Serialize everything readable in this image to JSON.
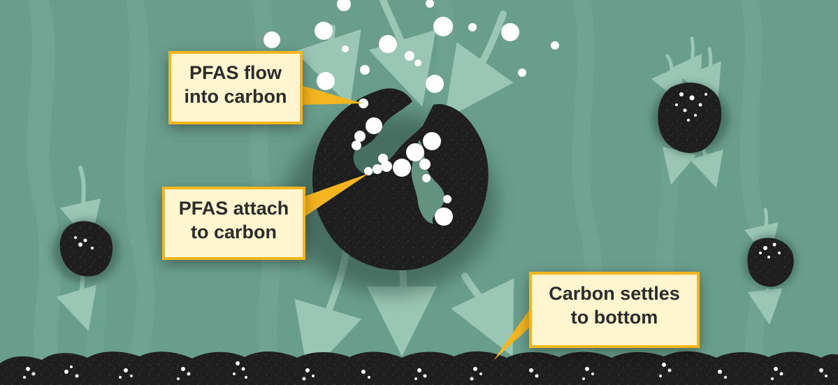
{
  "labels": {
    "flow": {
      "line1": "PFAS flow",
      "line2": "into carbon"
    },
    "attach": {
      "line1": "PFAS attach",
      "line2": "to carbon"
    },
    "settle": {
      "line1": "Carbon settles",
      "line2": "to bottom"
    }
  },
  "colors": {
    "water": "#6a9e8c",
    "water_streak": "#7aac99",
    "carbon": "#1e1e1e",
    "pfas_bubble": "#ffffff",
    "callout_fill": "#fff6cf",
    "callout_border": "#f4b51f",
    "callout_text": "#2b2b2b",
    "flow_arrow": "#a3cdbd"
  },
  "icons": {
    "bubble": "pfas-molecule-icon",
    "particle": "activated-carbon-particle-icon",
    "arrow": "water-flow-arrow-icon"
  }
}
